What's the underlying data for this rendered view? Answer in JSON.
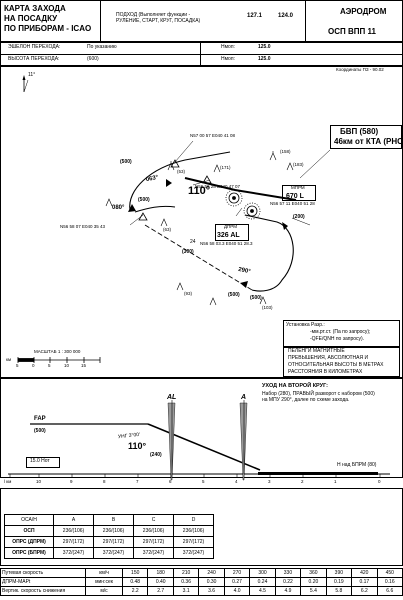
{
  "header": {
    "title_lines": [
      "КАРТА ЗАХОДА",
      "НА ПОСАДКУ",
      "ПО ПРИБОРАМ - ICAO"
    ],
    "approach_service": "ПОДХОД (Выполняет функции -\nРУЛЕНИЕ, СТАРТ, КРУГ, ПОСАДКА)",
    "freq1": "127.1",
    "freq2": "124.0",
    "aerodrome": "АЭРОДРОМ",
    "runway": "ОСП  ВПП 11"
  },
  "transition": {
    "level_label": "ЭШЕЛОН ПЕРЕХОДА:",
    "level_value": "По указанию",
    "alt_label": "ВЫСОТА ПЕРЕХОДА:",
    "alt_value": "(600)",
    "qnh_label": "Нмоп:",
    "qnh_value": "125.0",
    "qfe_label": "Нмоп:",
    "qfe_value": "125.0",
    "coords_note": "Координаты ПЗ - 90.02"
  },
  "plan": {
    "north_var": "11°",
    "vor_name": "БВП (580)",
    "vor_dist": "46км от КТА (РНС)",
    "wpt_top": "N57 00 57 E040 41 08",
    "wpt_mid": "N56 59 28 E040 47 07",
    "wpt_left": "N56 58 07 E040 35 43",
    "wpt_bottom": "N56 58 03.3 E040 51 28.3",
    "wpt_right": "N56 57 11 E040 51 28",
    "ndb_box_name": "МПРМ",
    "ndb_box_freq": "670 L",
    "ndb2_name": "ДПРМ",
    "ndb2_freq": "326  AL",
    "track_063": "063°",
    "track_110": "110°",
    "track_080": "080°",
    "track_290": "290°",
    "alt_labels": [
      "(500)",
      "(500)",
      "(500)",
      "(200)",
      "(300)",
      "(500)"
    ],
    "obstacles": [
      "(53)",
      "(158)",
      "(183)",
      "(171)",
      "(63)",
      "(103)",
      "(93)"
    ],
    "limit_dist": "24",
    "scale_label": "МАСШТАБ 1 : 300 000",
    "scale_km_label": "км",
    "scale_ticks": [
      "5",
      "0",
      "5",
      "10",
      "15"
    ]
  },
  "notes": {
    "settings_title": "Установка Разр.:",
    "settings_line1": "-мм.рт.ст. (Па по запросу);",
    "settings_line2": "-QFE/QNH по запросу).",
    "info_lines": [
      "ПЕЛЕНГИ МАГНИТНЫЕ",
      "ПРЕВЫШЕНИЯ, АБСОЛЮТНАЯ И",
      "ОТНОСИТЕЛЬНАЯ ВЫСОТЫ В МЕТРАХ",
      "РАССТОЯНИЯ В КИЛОМЕТРАХ"
    ]
  },
  "profile": {
    "missed_title": "УХОД НА ВТОРОЙ КРУГ:",
    "missed_text": "Набор (280), ПРАВЫЙ разворот с набором (500)\nна МПУ 290°, далее по схеме захода.",
    "fap_label": "FAP",
    "fap_alt": "(500)",
    "glide_angle": "УНГ 3°00'",
    "course": "110°",
    "alt_240": "(240)",
    "ndb_al": "AL",
    "ndb_a": "A",
    "dist_box": "15.0 Нот",
    "threshold": "H над БПРМ (80)",
    "axis_label": "l км",
    "axis_ticks": [
      "10",
      "9",
      "8",
      "7",
      "6",
      "5",
      "4",
      "3",
      "2",
      "1",
      "0"
    ]
  },
  "minima": {
    "header": [
      "ОСА/Н",
      "A",
      "B",
      "C",
      "D"
    ],
    "rows": [
      [
        "ОСП",
        "236/(106)",
        "236/(106)",
        "236/(106)",
        "236/(106)"
      ],
      [
        "ОПРС (ДПРМ)",
        "297/(172)",
        "297/(172)",
        "297/(172)",
        "297/(172)"
      ],
      [
        "ОПРС (БПРМ)",
        "372/(247)",
        "372/(247)",
        "372/(247)",
        "372/(247)"
      ]
    ]
  },
  "speed_table": {
    "rows": [
      {
        "label": "Путевая скорость",
        "unit": "км/ч",
        "values": [
          "150",
          "180",
          "210",
          "240",
          "270",
          "300",
          "330",
          "360",
          "390",
          "420",
          "450"
        ]
      },
      {
        "label": "ДПРМ-МАРt",
        "unit": "мин:сек",
        "values": [
          "0.48",
          "0.40",
          "0.36",
          "0.30",
          "0.27",
          "0.24",
          "0.22",
          "0.20",
          "0.19",
          "0.17",
          "0.16"
        ]
      },
      {
        "label": "Вертик. скорость снижения",
        "unit": "м/с",
        "values": [
          "2.2",
          "2.7",
          "3.1",
          "3.6",
          "4.0",
          "4.5",
          "4.9",
          "5.4",
          "5.8",
          "6.2",
          "6.6"
        ]
      }
    ]
  }
}
